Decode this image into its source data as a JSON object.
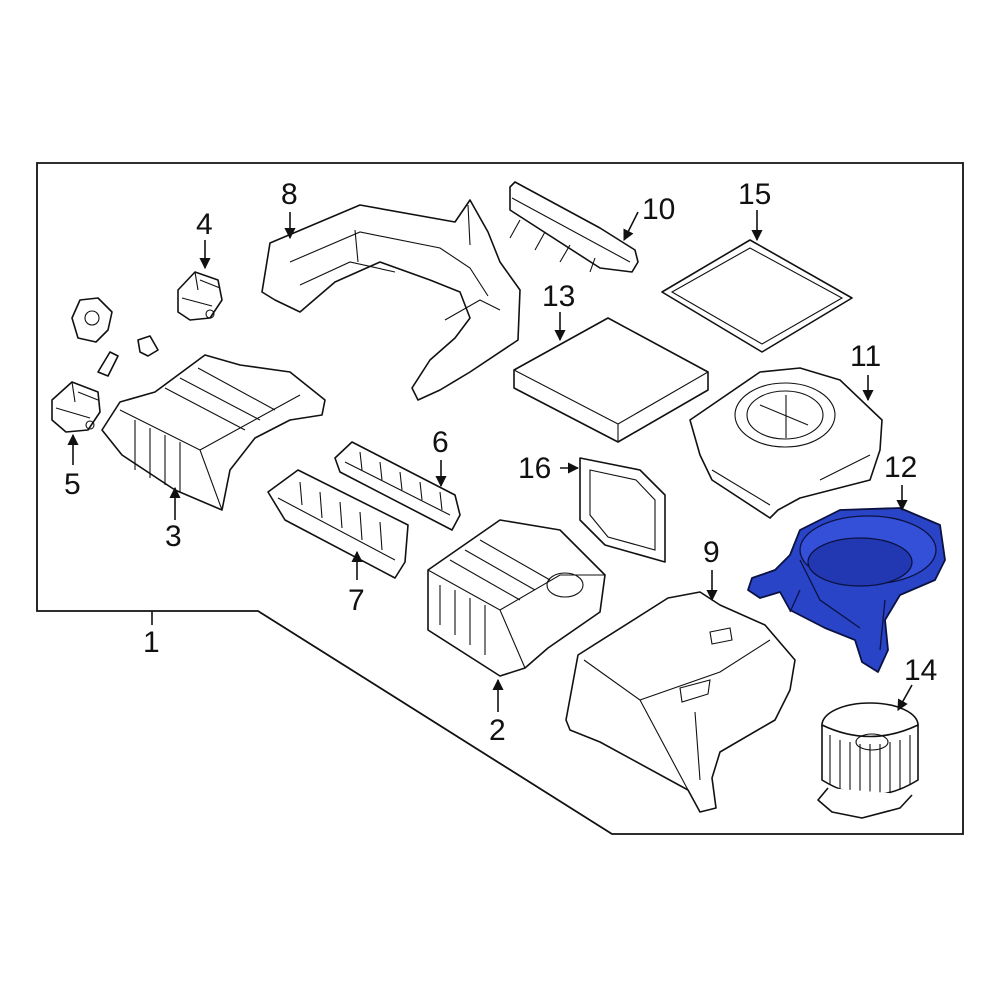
{
  "colors": {
    "highlight": "#2a44c8",
    "line": "#111111",
    "background": "#ffffff"
  },
  "highlighted_part": "12",
  "callouts": [
    {
      "id": "c1",
      "label": "1"
    },
    {
      "id": "c2",
      "label": "2"
    },
    {
      "id": "c3",
      "label": "3"
    },
    {
      "id": "c4",
      "label": "4"
    },
    {
      "id": "c5",
      "label": "5"
    },
    {
      "id": "c6",
      "label": "6"
    },
    {
      "id": "c7",
      "label": "7"
    },
    {
      "id": "c8",
      "label": "8"
    },
    {
      "id": "c9",
      "label": "9"
    },
    {
      "id": "c10",
      "label": "10"
    },
    {
      "id": "c11",
      "label": "11"
    },
    {
      "id": "c12",
      "label": "12"
    },
    {
      "id": "c13",
      "label": "13"
    },
    {
      "id": "c14",
      "label": "14"
    },
    {
      "id": "c15",
      "label": "15"
    },
    {
      "id": "c16",
      "label": "16"
    }
  ]
}
